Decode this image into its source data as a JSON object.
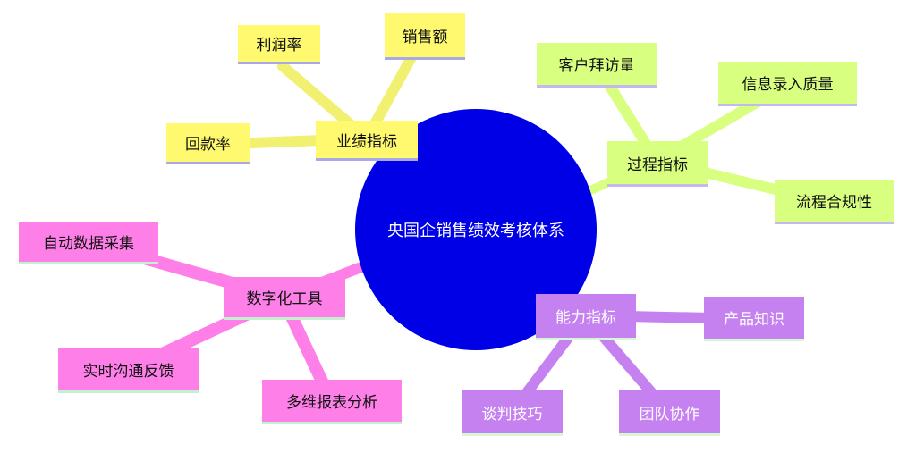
{
  "center": {
    "label": "央国企销售绩效考核体系",
    "color": "#0000e6"
  },
  "branches": {
    "performance": {
      "label": "业绩指标",
      "color": "#fff970",
      "children": [
        "利润率",
        "销售额",
        "回款率"
      ]
    },
    "process": {
      "label": "过程指标",
      "color": "#d8ff80",
      "children": [
        "客户拜访量",
        "信息录入质量",
        "流程合规性"
      ]
    },
    "digital": {
      "label": "数字化工具",
      "color": "#ff7fe9",
      "children": [
        "自动数据采集",
        "实时沟通反馈",
        "多维报表分析"
      ]
    },
    "ability": {
      "label": "能力指标",
      "color": "#c681f0",
      "children": [
        "产品知识",
        "谈判技巧",
        "团队协作"
      ]
    }
  }
}
